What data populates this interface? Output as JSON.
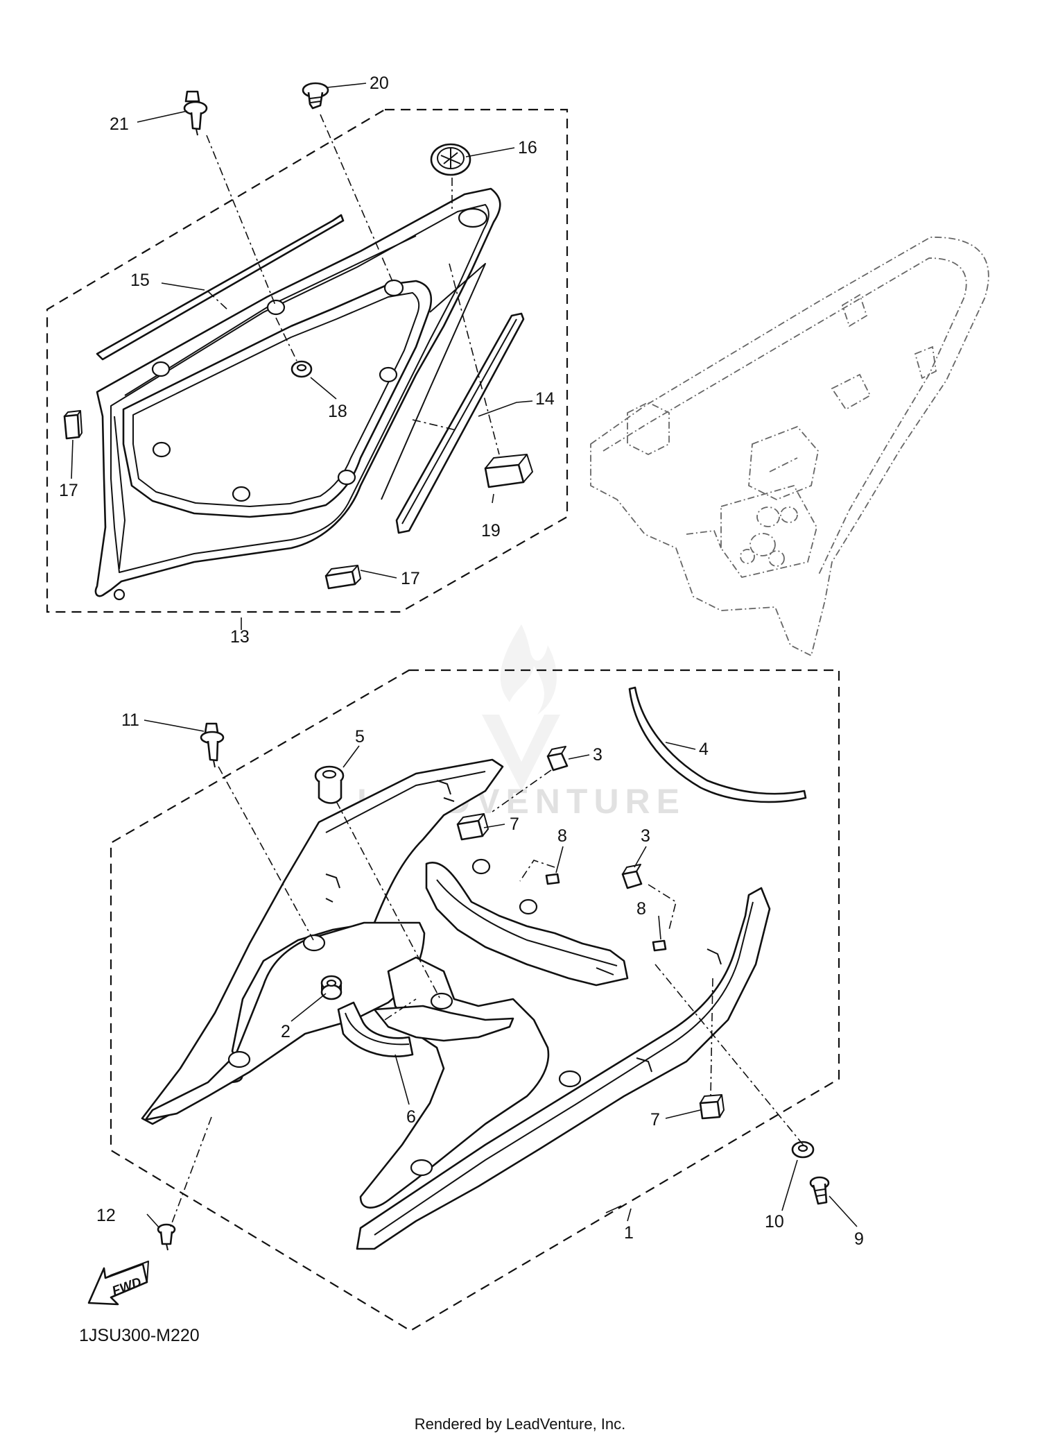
{
  "diagram": {
    "code": "1JSU300-M220",
    "footer": "Rendered by LeadVenture, Inc.",
    "watermark": "LEADVENTURE",
    "fwd_label": "FWD",
    "callouts": {
      "c1": "1",
      "c2": "2",
      "c3a": "3",
      "c3b": "3",
      "c4": "4",
      "c5": "5",
      "c6": "6",
      "c7a": "7",
      "c7b": "7",
      "c8a": "8",
      "c8b": "8",
      "c9": "9",
      "c10": "10",
      "c11": "11",
      "c12": "12",
      "c13": "13",
      "c14": "14",
      "c15": "15",
      "c16": "16",
      "c17a": "17",
      "c17b": "17",
      "c18": "18",
      "c19": "19",
      "c20": "20",
      "c21": "21"
    }
  }
}
